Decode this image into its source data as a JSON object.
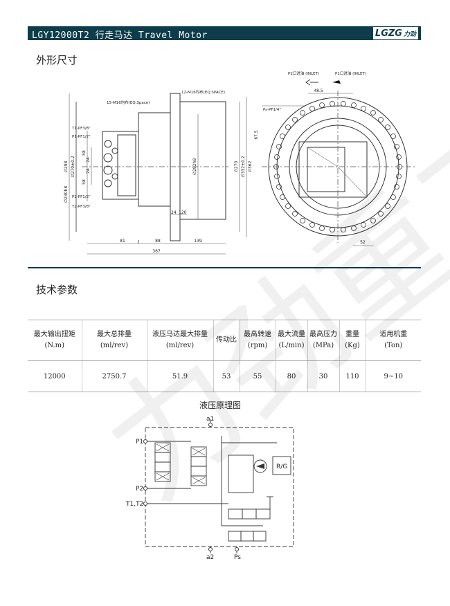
{
  "header": {
    "title": "LGY12000T2 行走马达  Travel Motor",
    "logo": "LGZG",
    "logo_sub": "力劲"
  },
  "sections": {
    "dimensions": "外形尺寸",
    "tech_params": "技术参数",
    "hydraulic": "液压原理图"
  },
  "drawing": {
    "labels": {
      "m16_15": "15-M16均布(EQ.Space)",
      "m16_12": "12-M16均布(EQ.SPACE)",
      "t1": "T1-PF3/8\"",
      "p1": "P1-PF1/2\"",
      "p2": "P2-PF1/2\"",
      "t2": "T2-PF3/8\"",
      "ps": "Ps-PF1/4\"",
      "p2_inlet": "P2口进油 (INLET)",
      "p1_inlet": "P1口进油 (INLET)"
    },
    "dims": {
      "d298": "∅298",
      "d270": "∅270±0.2",
      "d230": "∅230h8",
      "d58a": "58",
      "d24a": "24",
      "d24b": "24",
      "d58b": "58",
      "d292": "∅292h8",
      "d270b": "∅270",
      "d332": "∅332±0.2",
      "d362": "∅362",
      "w24": "24",
      "w120": "120",
      "w81": "81",
      "w88": "88",
      "w139": "139",
      "w367": "367",
      "w485": "48.5",
      "w675": "67.5",
      "w52": "52"
    }
  },
  "table": {
    "headers": [
      [
        "最大输出扭矩",
        "(N.m)"
      ],
      [
        "最大总排量",
        "(ml/rev)"
      ],
      [
        "液压马达最大排量",
        "(ml/rev)"
      ],
      [
        "传动比",
        ""
      ],
      [
        "最高转速",
        "(rpm)"
      ],
      [
        "最大流量",
        "(L/min)"
      ],
      [
        "最高压力",
        "(MPa)"
      ],
      [
        "重量",
        "(Kg)"
      ],
      [
        "适用机重",
        "(Ton)"
      ]
    ],
    "values": [
      "12000",
      "2750.7",
      "51.9",
      "53",
      "55",
      "80",
      "30",
      "110",
      "9~10"
    ]
  },
  "schematic": {
    "a1": "a1",
    "a2": "a2",
    "p1": "P1",
    "p2": "P2",
    "t1t2": "T1,T2",
    "ps": "Ps",
    "rg": "R/G"
  },
  "watermark": "力劲重工"
}
